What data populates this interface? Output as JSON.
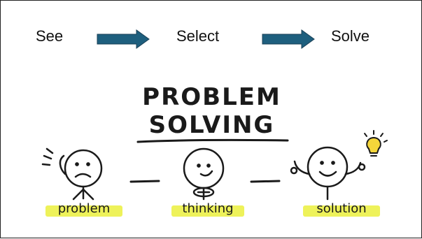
{
  "steps": {
    "see": "See",
    "select": "Select",
    "solve": "Solve"
  },
  "title": {
    "line1": "PROBLEM",
    "line2": "SOLVING"
  },
  "captions": {
    "problem": "problem",
    "thinking": "thinking",
    "solution": "solution"
  },
  "icons": [
    "right-arrow-icon",
    "right-arrow-icon",
    "sad-face-icon",
    "neutral-face-icon",
    "smiling-face-icon",
    "lightbulb-icon"
  ],
  "colors": {
    "arrow": "#1e5f7e",
    "highlight": "#eef25a",
    "bulb": "#f5d63a",
    "ink": "#1a1a1a"
  }
}
